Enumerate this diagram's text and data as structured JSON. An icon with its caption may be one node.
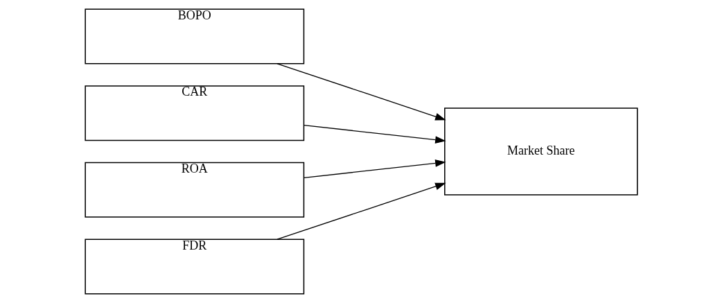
{
  "diagram": {
    "nodes": [
      {
        "text": [
          "BOPO"
        ]
      },
      {
        "text": [
          "CAR"
        ]
      },
      {
        "text": [
          "ROA"
        ]
      },
      {
        "text": [
          "FDR"
        ]
      },
      {
        "text": [
          "Market Share"
        ]
      }
    ],
    "edges": [
      {
        "from": 0,
        "to": 4,
        "arrow": "to"
      },
      {
        "from": 1,
        "to": 4,
        "arrow": "to"
      },
      {
        "from": 2,
        "to": 4,
        "arrow": "to"
      },
      {
        "from": 3,
        "to": 4,
        "arrow": "to"
      }
    ]
  }
}
